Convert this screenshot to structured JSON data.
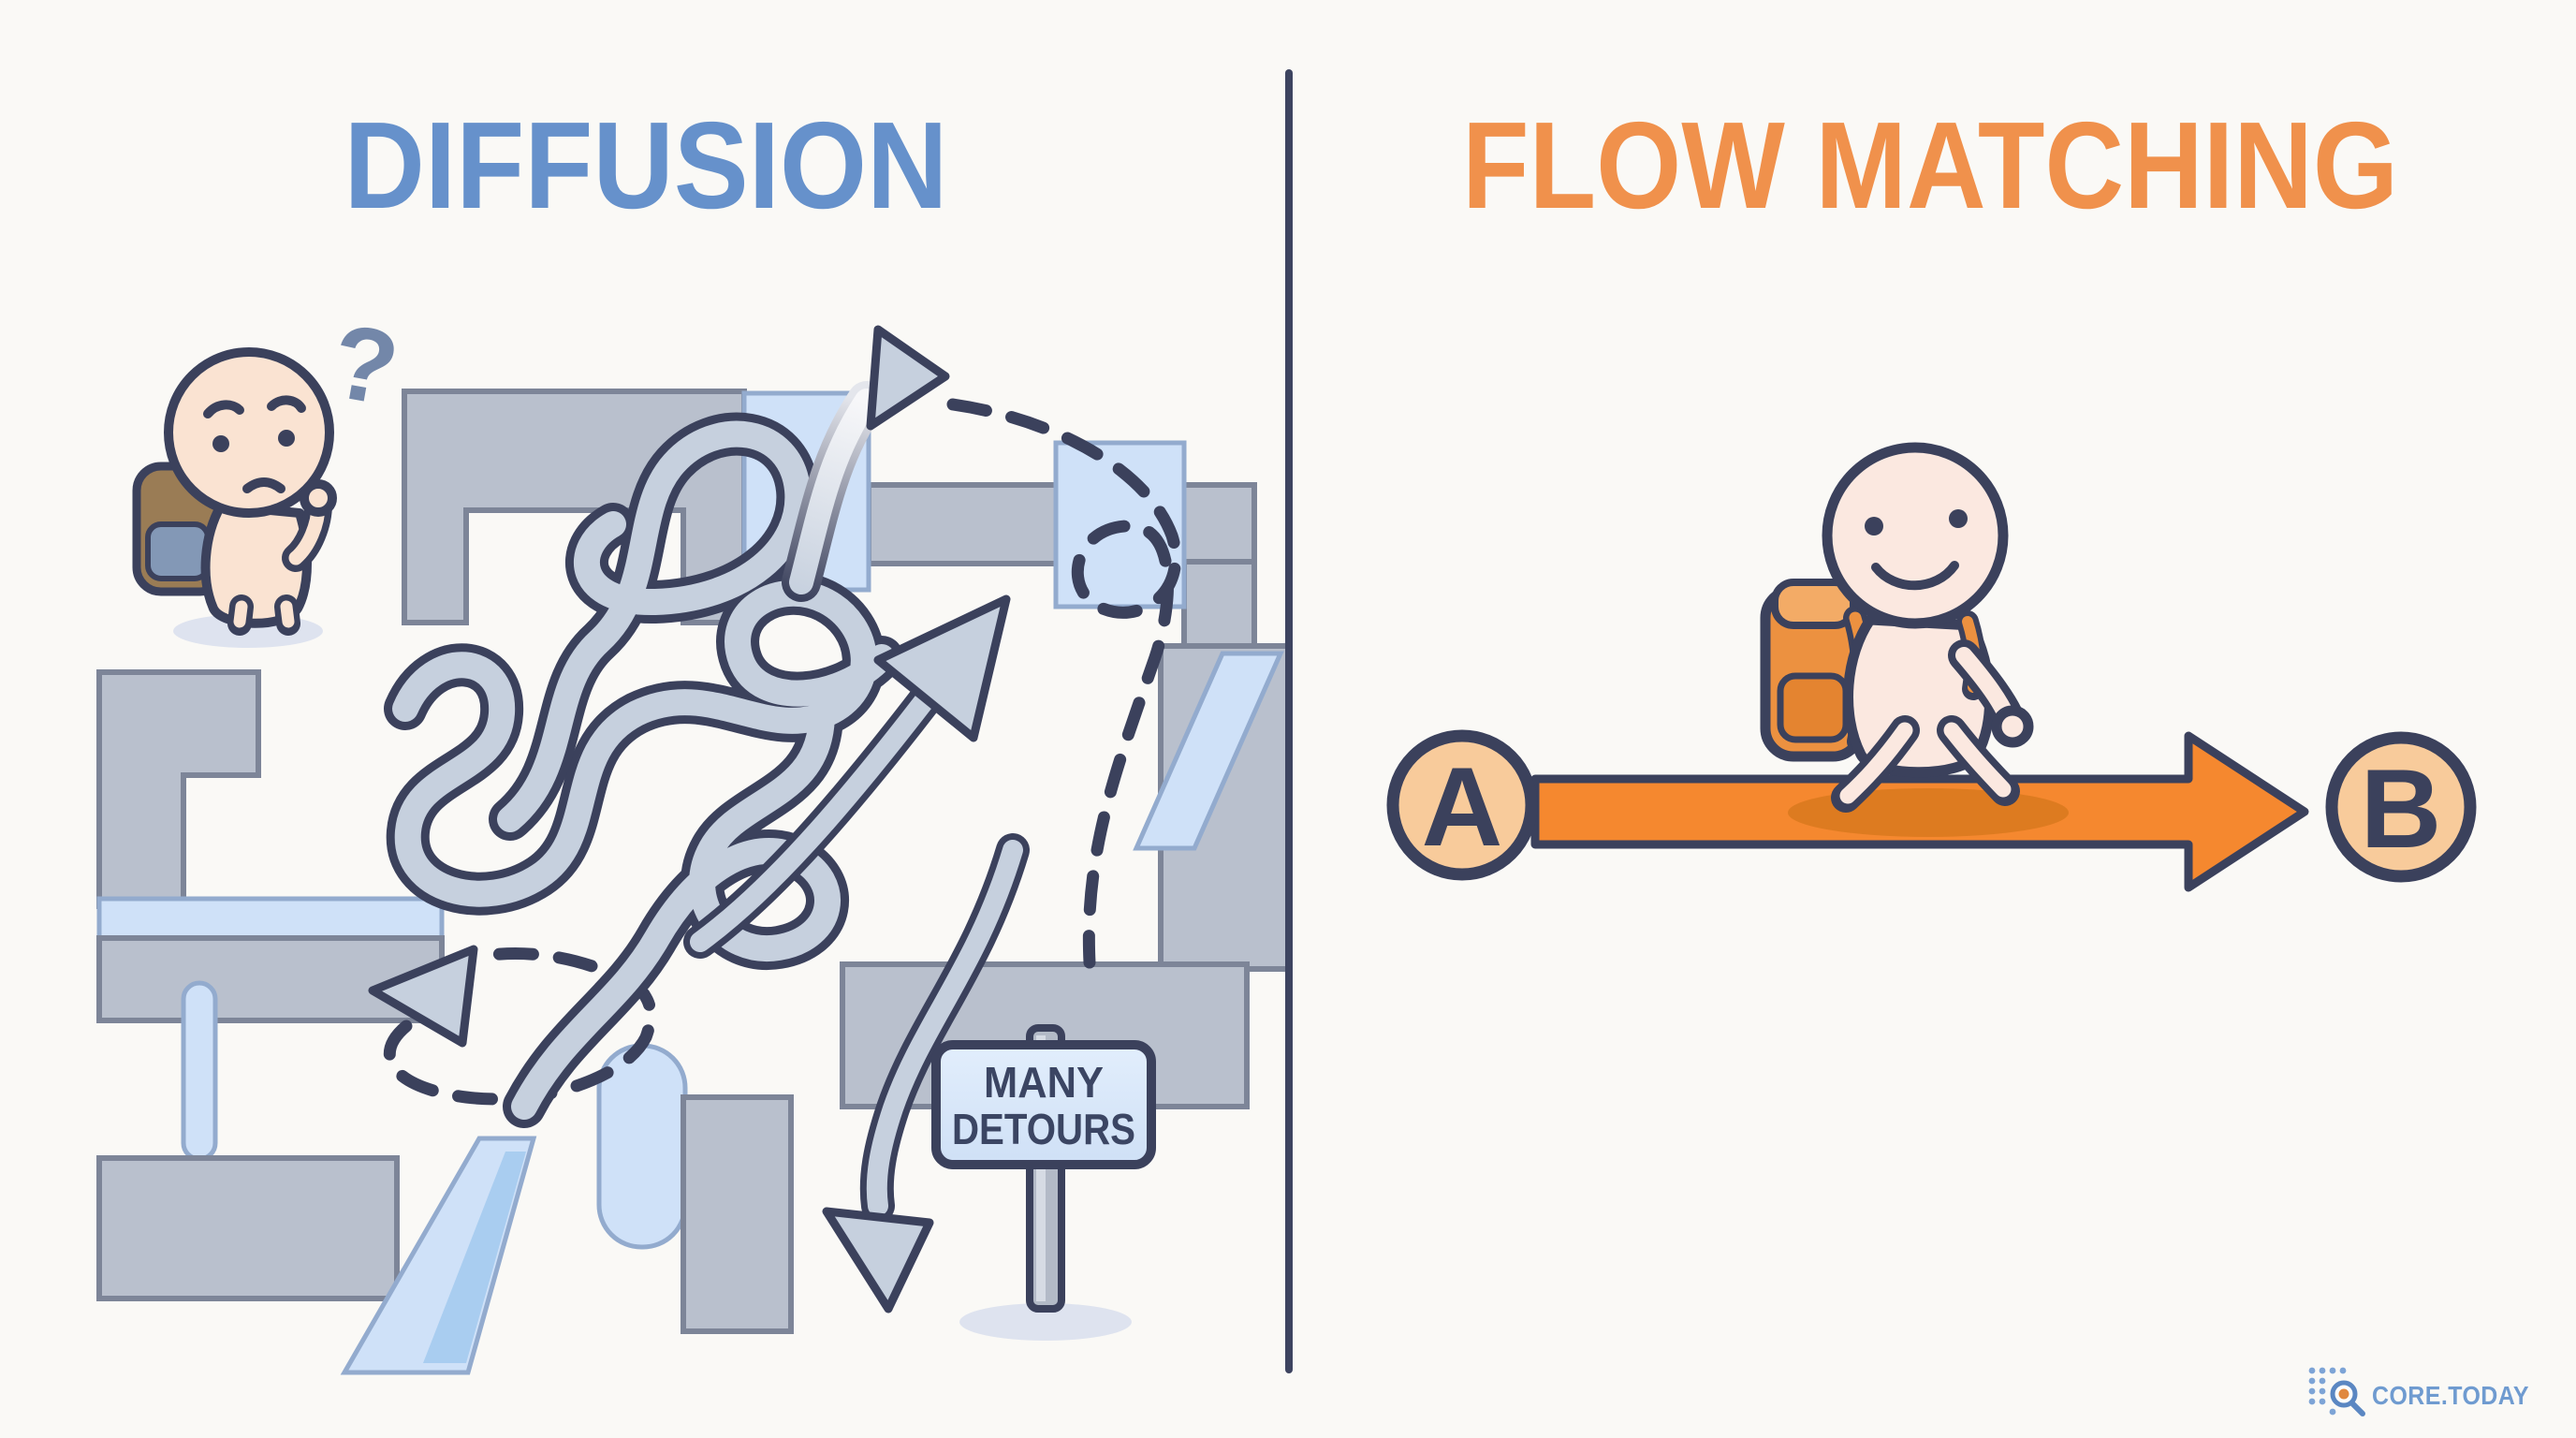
{
  "titles": {
    "left": "DIFFUSION",
    "right": "FLOW MATCHING"
  },
  "left_panel": {
    "thought_mark": "?",
    "sign": {
      "line1": "MANY",
      "line2": "DETOURS"
    }
  },
  "right_panel": {
    "start_label": "A",
    "end_label": "B"
  },
  "watermark": {
    "text": "CORE.TODAY"
  },
  "colors": {
    "background": "#faf9f6",
    "title_left": "#6691cb",
    "title_right": "#f0914c",
    "outline_navy": "#3b415c",
    "block_gray": "#b9c0cd",
    "block_blue": "#cfe1f8",
    "tube_gray": "#c6d0de",
    "flow_orange": "#f5882f",
    "flow_shadow": "#dd7b20",
    "node_fill": "#f8cb9b",
    "skin": "#fae3d2",
    "backpack_brown": "#9a7c55",
    "backpack_orange": "#ec9140",
    "watermark_blue": "#6f9bd0",
    "shadow_gray": "#dee3ef"
  }
}
